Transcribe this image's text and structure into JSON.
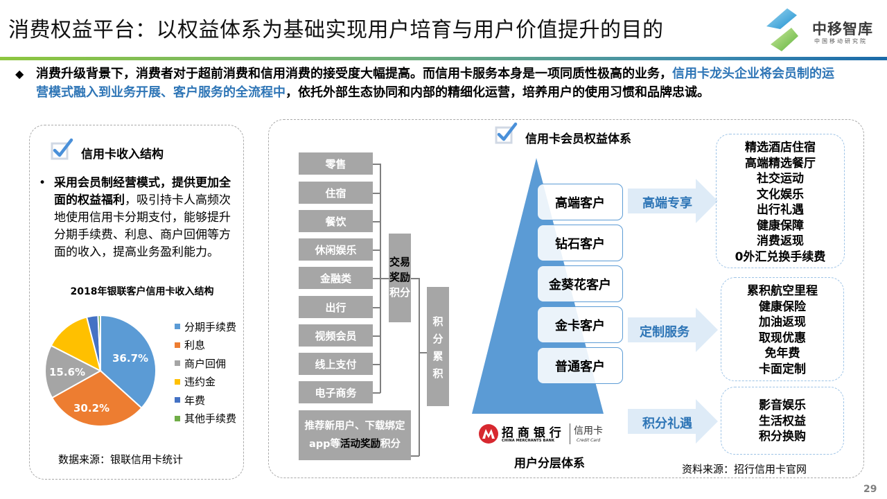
{
  "header": {
    "title": "消费权益平台：以权益体系为基础实现用户培育与用户价值提升的目的",
    "logo": {
      "name": "中移智库",
      "subtitle": "中国移动研究院"
    }
  },
  "intro": {
    "bullet_icon": "diamond-bullet-icon",
    "part1": "消费升级背景下，消费者对于超前消费和信用消费的接受度大幅提高。而信用卡服务本身是一项同质性极高的业务，",
    "part2_highlight": "信用卡龙头企业将会员制的运营模式融入到业务开展、客户服务的全流程中",
    "part3": "，依托外部生态协同和内部的精细化运营，培养用户的使用习惯和品牌忠诚。"
  },
  "left_panel": {
    "title": "信用卡收入结构",
    "bullet_bold": "采用会员制经营模式，提供更加全面的权益福利",
    "bullet_text": "，吸引持卡人高频次地使用信用卡分期支付，能够提升分期手续费、利息、商户回佣等方面的收入，提高业务盈利能力。",
    "source": "数据来源：银联信用卡统计"
  },
  "chart_data": {
    "type": "pie",
    "title": "2018年银联客户信用卡收入结构",
    "categories": [
      "分期手续费",
      "利息",
      "商户回佣",
      "违约金",
      "年费",
      "其他手续费"
    ],
    "values": [
      36.7,
      30.2,
      15.6,
      13.5,
      3.3,
      0.7
    ],
    "data_labels": [
      "36.7%",
      "30.2%",
      "15.6%",
      "",
      "",
      ""
    ],
    "colors": [
      "#5b9bd5",
      "#ed7d31",
      "#a5a5a5",
      "#ffc000",
      "#4472c4",
      "#70ad47"
    ],
    "legend_position": "right",
    "unit": "%"
  },
  "right_panel": {
    "title": "信用卡会员权益体系",
    "categories": [
      "零售",
      "住宿",
      "餐饮",
      "休闲娱乐",
      "金融类",
      "出行",
      "视频会员",
      "线上支付",
      "电子商务"
    ],
    "transaction_box": {
      "dark": [
        "交易",
        "奖励"
      ],
      "light": [
        "积分"
      ]
    },
    "accumulation_box": [
      "积",
      "分",
      "累",
      "积"
    ],
    "activity_box": {
      "line1": "推荐新用户、下载绑定",
      "line2_pre": "app等",
      "line2_dark": "活动奖励",
      "line2_post": "积分"
    },
    "tiers": [
      "高端客户",
      "钻石客户",
      "金葵花客户",
      "金卡客户",
      "普通客户"
    ],
    "arrows": [
      "高端专享",
      "定制服务",
      "积分礼遇"
    ],
    "benefits": [
      [
        "精选酒店住宿",
        "高端精选餐厅",
        "社交运动",
        "文化娱乐",
        "出行礼遇",
        "健康保障",
        "消费返现",
        "0外汇兑换手续费"
      ],
      [
        "累积航空里程",
        "健康保险",
        "加油返现",
        "取现优惠",
        "免年费",
        "卡面定制"
      ],
      [
        "影音娱乐",
        "生活权益",
        "积分换购"
      ]
    ],
    "bank_logo": {
      "cn": "招 商 银 行",
      "en": "CHINA MERCHANTS BANK",
      "card_cn": "信用卡",
      "card_en": "Credit Card"
    },
    "pyramid_caption": "用户分层体系",
    "source": "资料来源：招行信用卡官网"
  },
  "page_number": "29"
}
